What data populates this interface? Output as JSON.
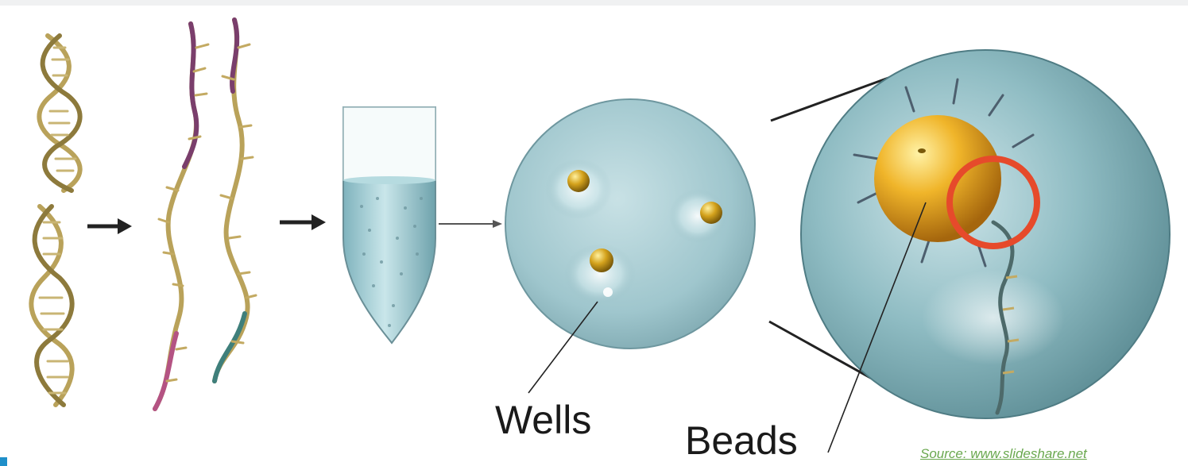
{
  "figure": {
    "labels": {
      "wells": "Wells",
      "beads": "Beads"
    },
    "source": "Source: www.slideshare.net",
    "colors": {
      "dna_gold": "#b9a25a",
      "strand_purple": "#7a3e6c",
      "strand_teal": "#3f7f7b",
      "tube_fluid": "#a9d3da",
      "plate_blue": "#9dc5cc",
      "bead_gold": "#e6a81c",
      "highlight_red": "#e64a2b",
      "source_green": "#6aa84f",
      "accent_blue": "#1f8fc9"
    },
    "icons": [
      "double-helix-dna-icon",
      "single-strand-dna-icon",
      "tube-icon",
      "well-plate-icon",
      "bead-icon",
      "arrow-icon"
    ]
  }
}
